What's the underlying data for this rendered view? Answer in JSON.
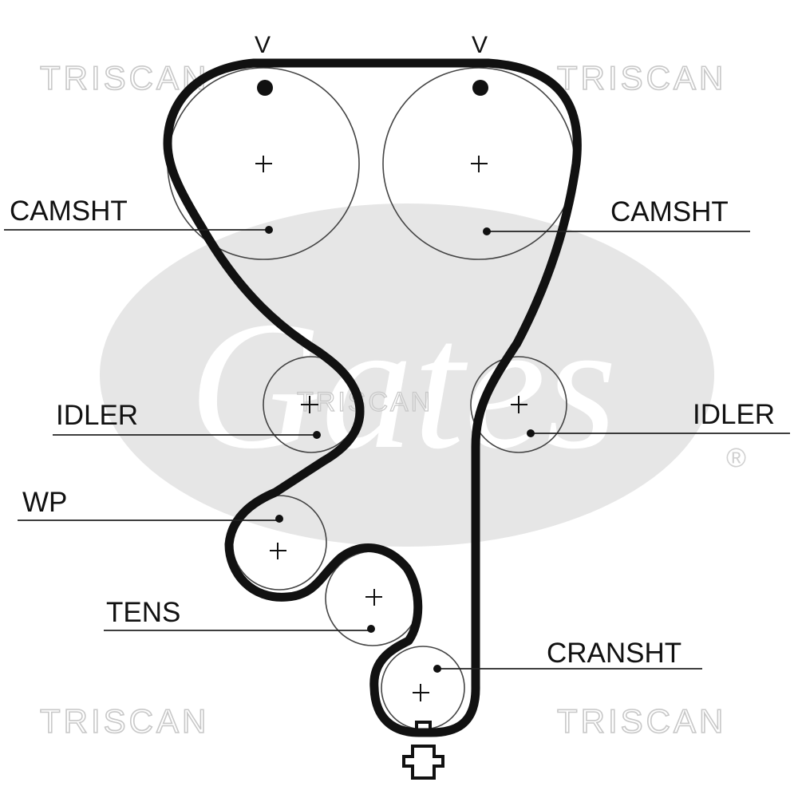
{
  "watermarks": {
    "top_left": "TRISCAN",
    "top_right": "TRISCAN",
    "center": "TRISCAN",
    "bottom_left": "TRISCAN",
    "bottom_right": "TRISCAN",
    "logo_text": "Gates",
    "registered_mark": "®"
  },
  "timing_marks": {
    "left": "V",
    "right": "V"
  },
  "labels": {
    "camshaft_left": "CAMSHT",
    "camshaft_right": "CAMSHT",
    "idler_left": "IDLER",
    "idler_right": "IDLER",
    "water_pump": "WP",
    "tensioner": "TENS",
    "crankshaft": "CRANSHT"
  },
  "colors": {
    "belt": "#111111",
    "watermark": "#c8c8c8",
    "logo": "#e4e4e4"
  }
}
